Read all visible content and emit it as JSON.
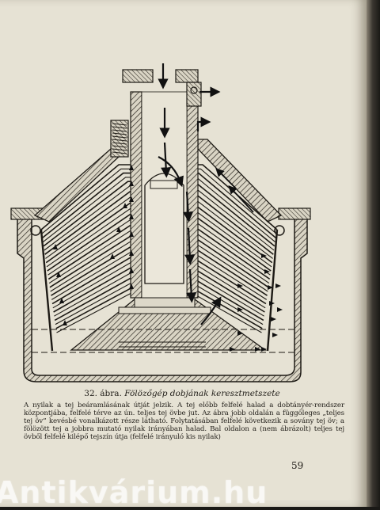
{
  "figure": {
    "caption_number": "32. ábra.",
    "caption_title": "Fölözőgép dobjának keresztmetszete"
  },
  "body_text": "A nyilak a tej beáramlásának útját jelzik. A tej előbb felfelé halad a dobtányér-rendszer központjába, felfelé térve az ún. teljes tej övbe jut. Az ábra jobb oldalán a függőleges „teljes tej öv” kevésbé vonalkázott része látható. Folytatásában felfelé következik a sovány tej öv; a fölözött tej a jobbra mutató nyilak irányában halad. Bal oldalon a (nem ábrázolt) teljes tej övből felfelé kilépő tejszín útja (felfelé irányuló kis nyilak)",
  "page_number": "59",
  "watermark": "Antikvárium.hu"
}
